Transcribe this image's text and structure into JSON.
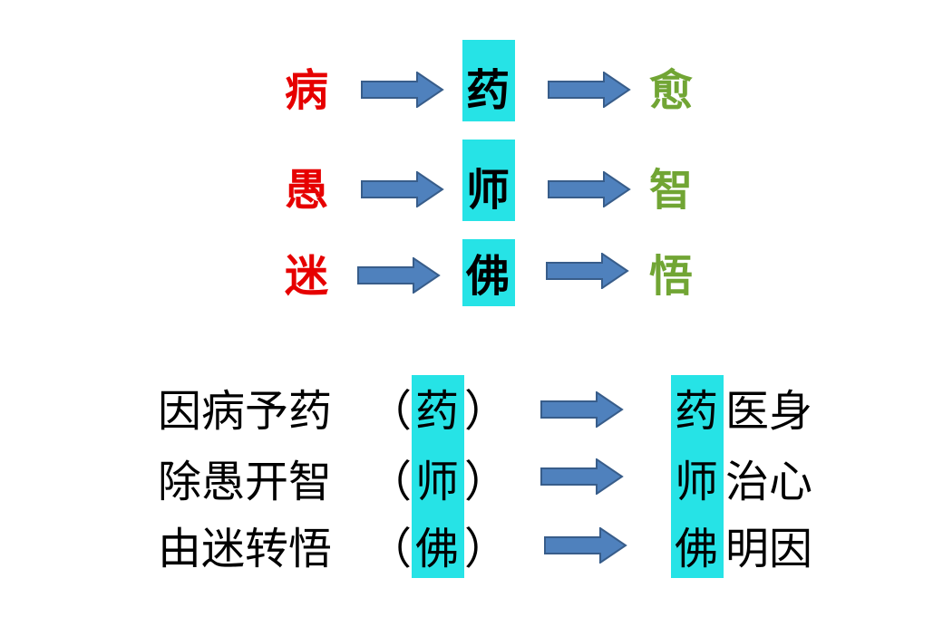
{
  "top_rows": [
    {
      "problem": "病",
      "agent": "药",
      "result": "愈"
    },
    {
      "problem": "愚",
      "agent": "师",
      "result": "智"
    },
    {
      "problem": "迷",
      "agent": "佛",
      "result": "悟"
    }
  ],
  "bottom_rows": [
    {
      "phrase": "因病予药",
      "open": "（",
      "agent": "药",
      "close": "）",
      "agent_right": "药",
      "effect": "医身"
    },
    {
      "phrase": "除愚开智",
      "open": "（",
      "agent": "师",
      "close": "）",
      "agent_right": "师",
      "effect": "治心"
    },
    {
      "phrase": "由迷转悟",
      "open": "（",
      "agent": "佛",
      "close": "）",
      "agent_right": "佛",
      "effect": "明因"
    }
  ],
  "colors": {
    "problem": "#e60000",
    "result": "#71a534",
    "effect": "#c00000",
    "highlight": "#26e3e6",
    "arrow_fill": "#4f81bd",
    "arrow_stroke": "#385d8a"
  }
}
